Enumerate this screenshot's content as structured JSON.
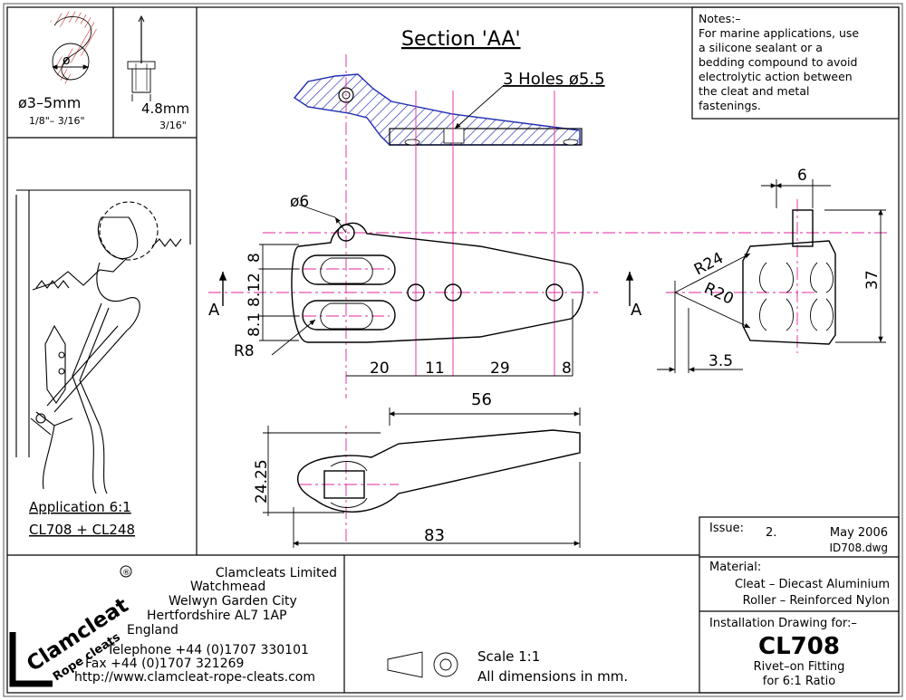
{
  "drawing": {
    "section_title": "Section 'AA'",
    "holes_label": "3 Holes ø5.5",
    "notes": [
      "Notes:–",
      "For marine applications, use",
      "a silicone sealant or a",
      "bedding compound to avoid",
      "electrolytic action between",
      "the cleat and metal",
      "fastenings."
    ],
    "rope_size": "ø3–5mm",
    "rope_size_imperial": "1/8\"– 3/16\"",
    "rope_diameter_symbol": "ø",
    "rivet_size": "4.8mm",
    "rivet_size_imperial": "3/16\"",
    "application_title": "Application 6:1",
    "application_parts": "CL708 + CL248",
    "section_marker": "A",
    "dimensions": {
      "hole_dia": "ø6",
      "d8": "8",
      "d812": "8.12",
      "d81": "8.1",
      "r8": "R8",
      "d20": "20",
      "d11": "11",
      "d29": "29",
      "d8b": "8",
      "d56": "56",
      "d2425": "24.25",
      "d83": "83",
      "d6": "6",
      "r24": "R24",
      "r20": "R20",
      "d37": "37",
      "d35": "3.5"
    }
  },
  "company": {
    "brand": "Clamcleat",
    "brand_mark": "®",
    "tagline": "Rope cleats",
    "address": [
      "Clamcleats Limited",
      "Watchmead",
      "Welwyn Garden City",
      "Hertfordshire AL7 1AP",
      "England"
    ],
    "telephone": "Telephone +44 (0)1707 330101",
    "fax": "Fax +44 (0)1707 321269",
    "website": "http://www.clamcleat-rope-cleats.com"
  },
  "scale": {
    "scale_text": "Scale 1:1",
    "units_text": "All dimensions in mm."
  },
  "title_block": {
    "issue_label": "Issue:",
    "issue_number": "2.",
    "issue_date": "May 2006",
    "file_name": "ID708.dwg",
    "material_label": "Material:",
    "material_cleat": "Cleat – Diecast Aluminium",
    "material_roller": "Roller – Reinforced Nylon",
    "installation_label": "Installation Drawing for:–",
    "part_number": "CL708",
    "description_1": "Rivet–on Fitting",
    "description_2": "for 6:1 Ratio"
  },
  "colors": {
    "center_line": "#e0269c",
    "hatch": "#1f2db0",
    "outline": "#000000"
  }
}
